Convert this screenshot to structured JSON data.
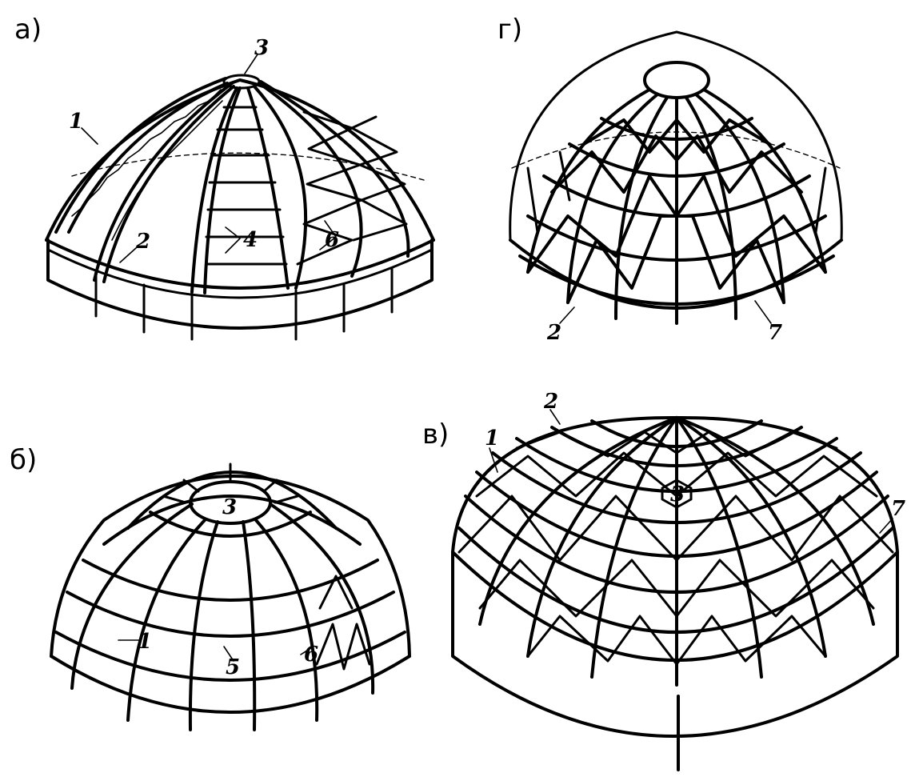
{
  "panels": {
    "a": {
      "label": "а)",
      "callouts": [
        "1",
        "2",
        "3",
        "4",
        "6"
      ]
    },
    "b": {
      "label": "б)",
      "callouts": [
        "1",
        "3",
        "5",
        "6"
      ]
    },
    "v": {
      "label": "в)",
      "callouts": [
        "1",
        "2",
        "3",
        "7"
      ]
    },
    "g": {
      "label": "г)",
      "callouts": [
        "2",
        "7"
      ]
    }
  }
}
